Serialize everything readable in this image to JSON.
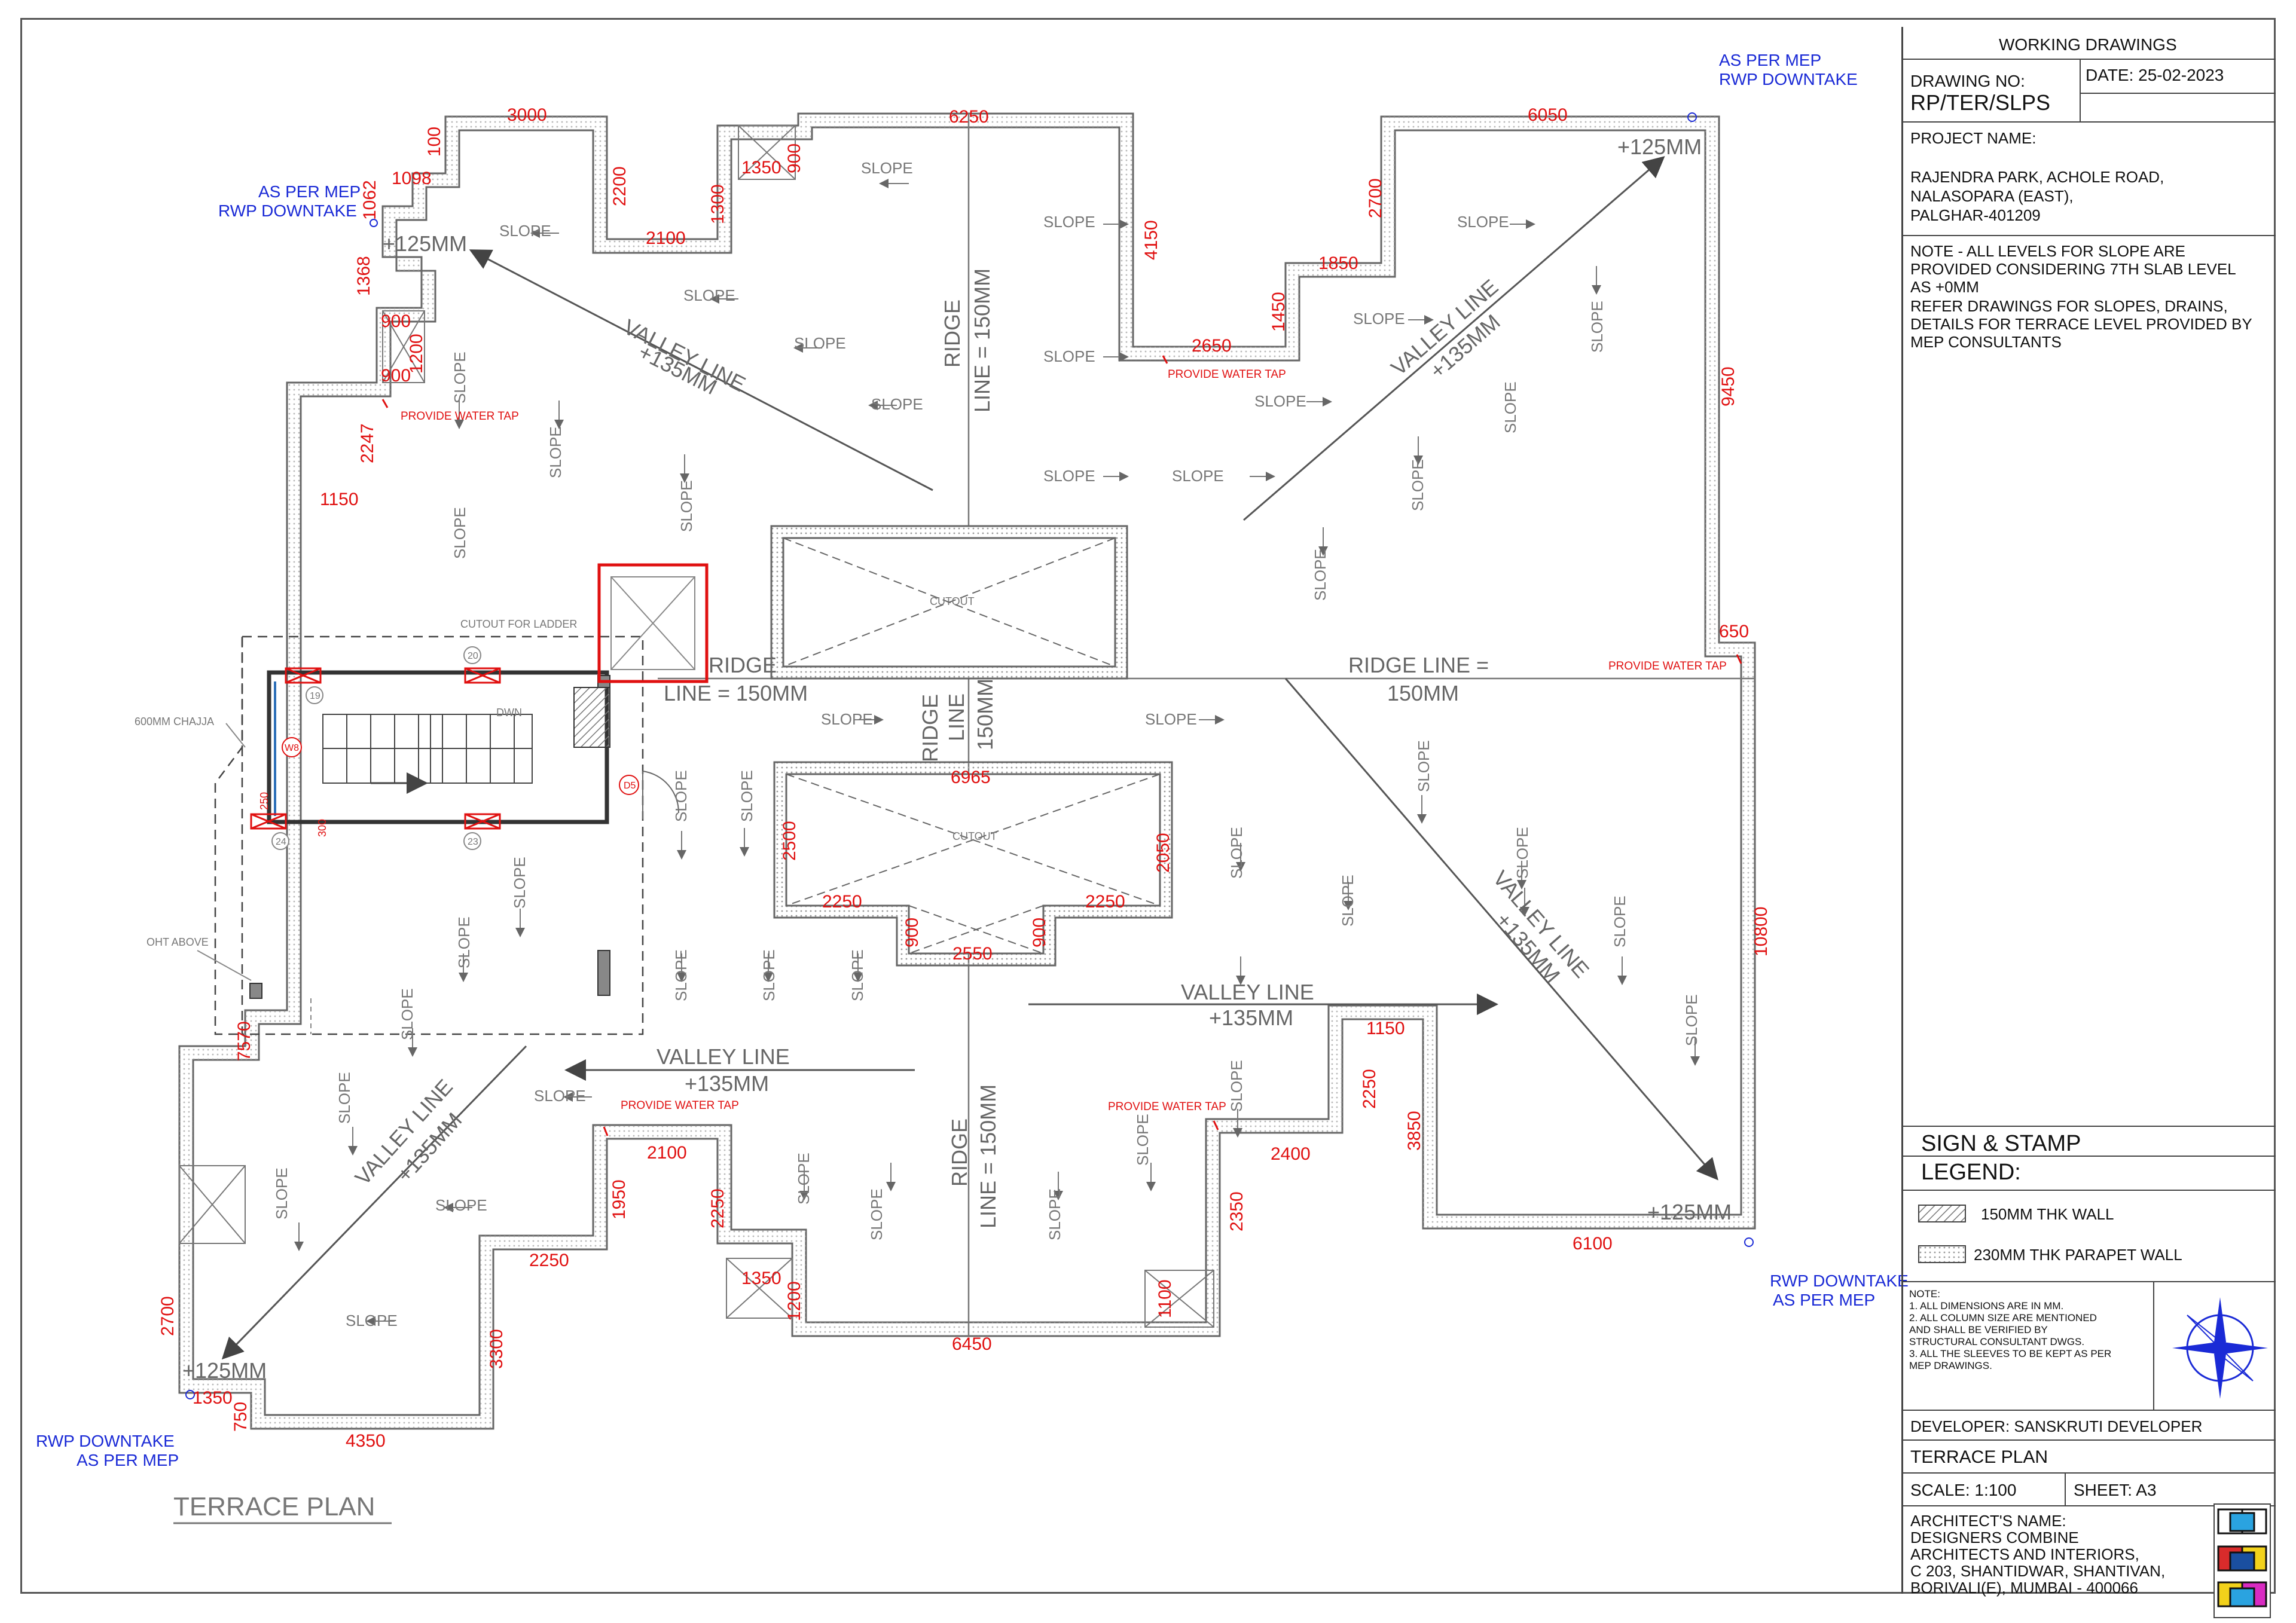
{
  "sheet": {
    "title": "TERRACE PLAN"
  },
  "title_block": {
    "header": "WORKING DRAWINGS",
    "drawing_no_label": "DRAWING NO:",
    "drawing_no": "RP/TER/SLPS",
    "date": "DATE: 25-02-2023",
    "project_label": "PROJECT NAME:",
    "project_address": "RAJENDRA PARK, ACHOLE ROAD,\nNALASOPARA (EAST),\nPALGHAR-401209",
    "note_levels": "NOTE - ALL LEVELS FOR SLOPE ARE\nPROVIDED CONSIDERING 7TH SLAB LEVEL\nAS +0MM",
    "note_refer": "REFER DRAWINGS FOR SLOPES, DRAINS,\nDETAILS FOR TERRACE LEVEL PROVIDED BY\nMEP CONSULTANTS",
    "sign_stamp": "SIGN & STAMP",
    "legend_title": "LEGEND:",
    "legend_wall_150": "150MM THK WALL",
    "legend_wall_230": "230MM THK PARAPET WALL",
    "notes_small": "NOTE:\n1. ALL DIMENSIONS ARE IN MM.\n2. ALL COLUMN SIZE ARE MENTIONED\nAND SHALL BE VERIFIED BY\nSTRUCTURAL CONSULTANT DWGS.\n3. ALL THE SLEEVES TO BE KEPT AS PER\nMEP DRAWINGS.",
    "developer": "DEVELOPER: SANSKRUTI DEVELOPER",
    "plan_name": "TERRACE PLAN",
    "scale": "SCALE: 1:100",
    "sheet": "SHEET: A3",
    "architect": "ARCHITECT'S  NAME:\nDESIGNERS COMBINE\nARCHITECTS AND INTERIORS,\nC 203, SHANTIDWAR, SHANTIVAN,\nBORIVALI(E), MUMBAI - 400066"
  },
  "labels": {
    "slope": "SLOPE",
    "valley_line": "VALLEY LINE",
    "plus135": "+135MM",
    "plus125": "+125MM",
    "ridge": "RIDGE",
    "ridge_line_150": "LINE = 150MM",
    "ridge_line_eq": "RIDGE LINE =",
    "mm150": "150MM",
    "line": "LINE",
    "water_tap": "PROVIDE WATER TAP",
    "rwp_mep_1": "AS PER MEP",
    "rwp_mep_2": "RWP  DOWNTAKE",
    "rwp_down": "RWP  DOWNTAKE",
    "as_per_mep": "AS PER MEP",
    "cutout": "CUTOUT FOR LADDER",
    "chajja": "600MM CHAJJA",
    "oht": "OHT ABOVE",
    "dwn": "DWN",
    "cutout_small": "CUTOUT",
    "w8": "W8",
    "d5": "D5",
    "grid19": "19",
    "grid20": "20",
    "grid24": "24",
    "grid23": "23",
    "dim250": "250",
    "dim300": "300"
  },
  "dims": {
    "d3000": "3000",
    "d100": "100",
    "d1098": "1098",
    "d1062": "1062",
    "d1368": "1368",
    "d900": "900",
    "d1200": "1200",
    "d2247": "2247",
    "d1150": "1150",
    "d2200": "2200",
    "d2100": "2100",
    "d1300": "1300",
    "d1350": "1350",
    "d6250": "6250",
    "d4150": "4150",
    "d2650": "2650",
    "d1450": "1450",
    "d1850": "1850",
    "d2700": "2700",
    "d6050": "6050",
    "d9450": "9450",
    "d650": "650",
    "d10800": "10800",
    "d6965": "6965",
    "d2500": "2500",
    "d2050": "2050",
    "d2250": "2250",
    "d2550": "2550",
    "d7570": "7570",
    "d1950": "1950",
    "d2350": "2350",
    "d2400": "2400",
    "d3850": "3850",
    "d6100": "6100",
    "d6450": "6450",
    "d1100": "1100",
    "d3300": "3300",
    "d750": "750",
    "d4350": "4350"
  },
  "colors": {
    "dimension_red": "#e01010",
    "rwp_blue": "#1a2ad6",
    "line_grey": "#555555",
    "text_grey": "#777777"
  }
}
